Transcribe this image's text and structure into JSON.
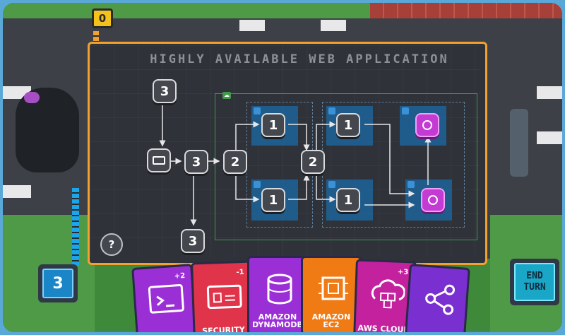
{
  "board": {
    "title": "HIGHLY AVAILABLE WEB APPLICATION"
  },
  "hud": {
    "score": "0",
    "turn_counter": "3",
    "help_label": "?",
    "end_turn_label": "END TURN"
  },
  "tiles": {
    "source_top": "3",
    "router_left": "3",
    "source_bottom": "3",
    "load_balancer": "2",
    "az1_instance_top": "1",
    "az1_instance_bottom": "1",
    "mid_balancer": "2",
    "az2_instance_top": "1",
    "az2_instance_bottom": "1"
  },
  "cards": [
    {
      "name": "",
      "cost": "+2",
      "color": "#9b2fd6",
      "icon": "terminal-icon"
    },
    {
      "name": "SECURITY",
      "cost": "-1",
      "color": "#e0344a",
      "icon": "lock-card-icon"
    },
    {
      "name": "AMAZON DYNAMODB",
      "cost": "",
      "color": "#9b2fd6",
      "icon": "database-icon"
    },
    {
      "name": "AMAZON EC2",
      "cost": "",
      "color": "#f07a14",
      "icon": "chip-icon"
    },
    {
      "name": "AWS CLOUD",
      "cost": "+3",
      "color": "#c3219e",
      "icon": "cubes-cloud-icon"
    },
    {
      "name": "",
      "cost": "",
      "color": "#7a2fd0",
      "icon": "share-nodes-icon"
    }
  ],
  "colors": {
    "accent_orange": "#f2a12e",
    "vpc_green": "#3f9a4a",
    "subnet_blue": "#1f5f8f",
    "db_magenta": "#c33bd3"
  }
}
